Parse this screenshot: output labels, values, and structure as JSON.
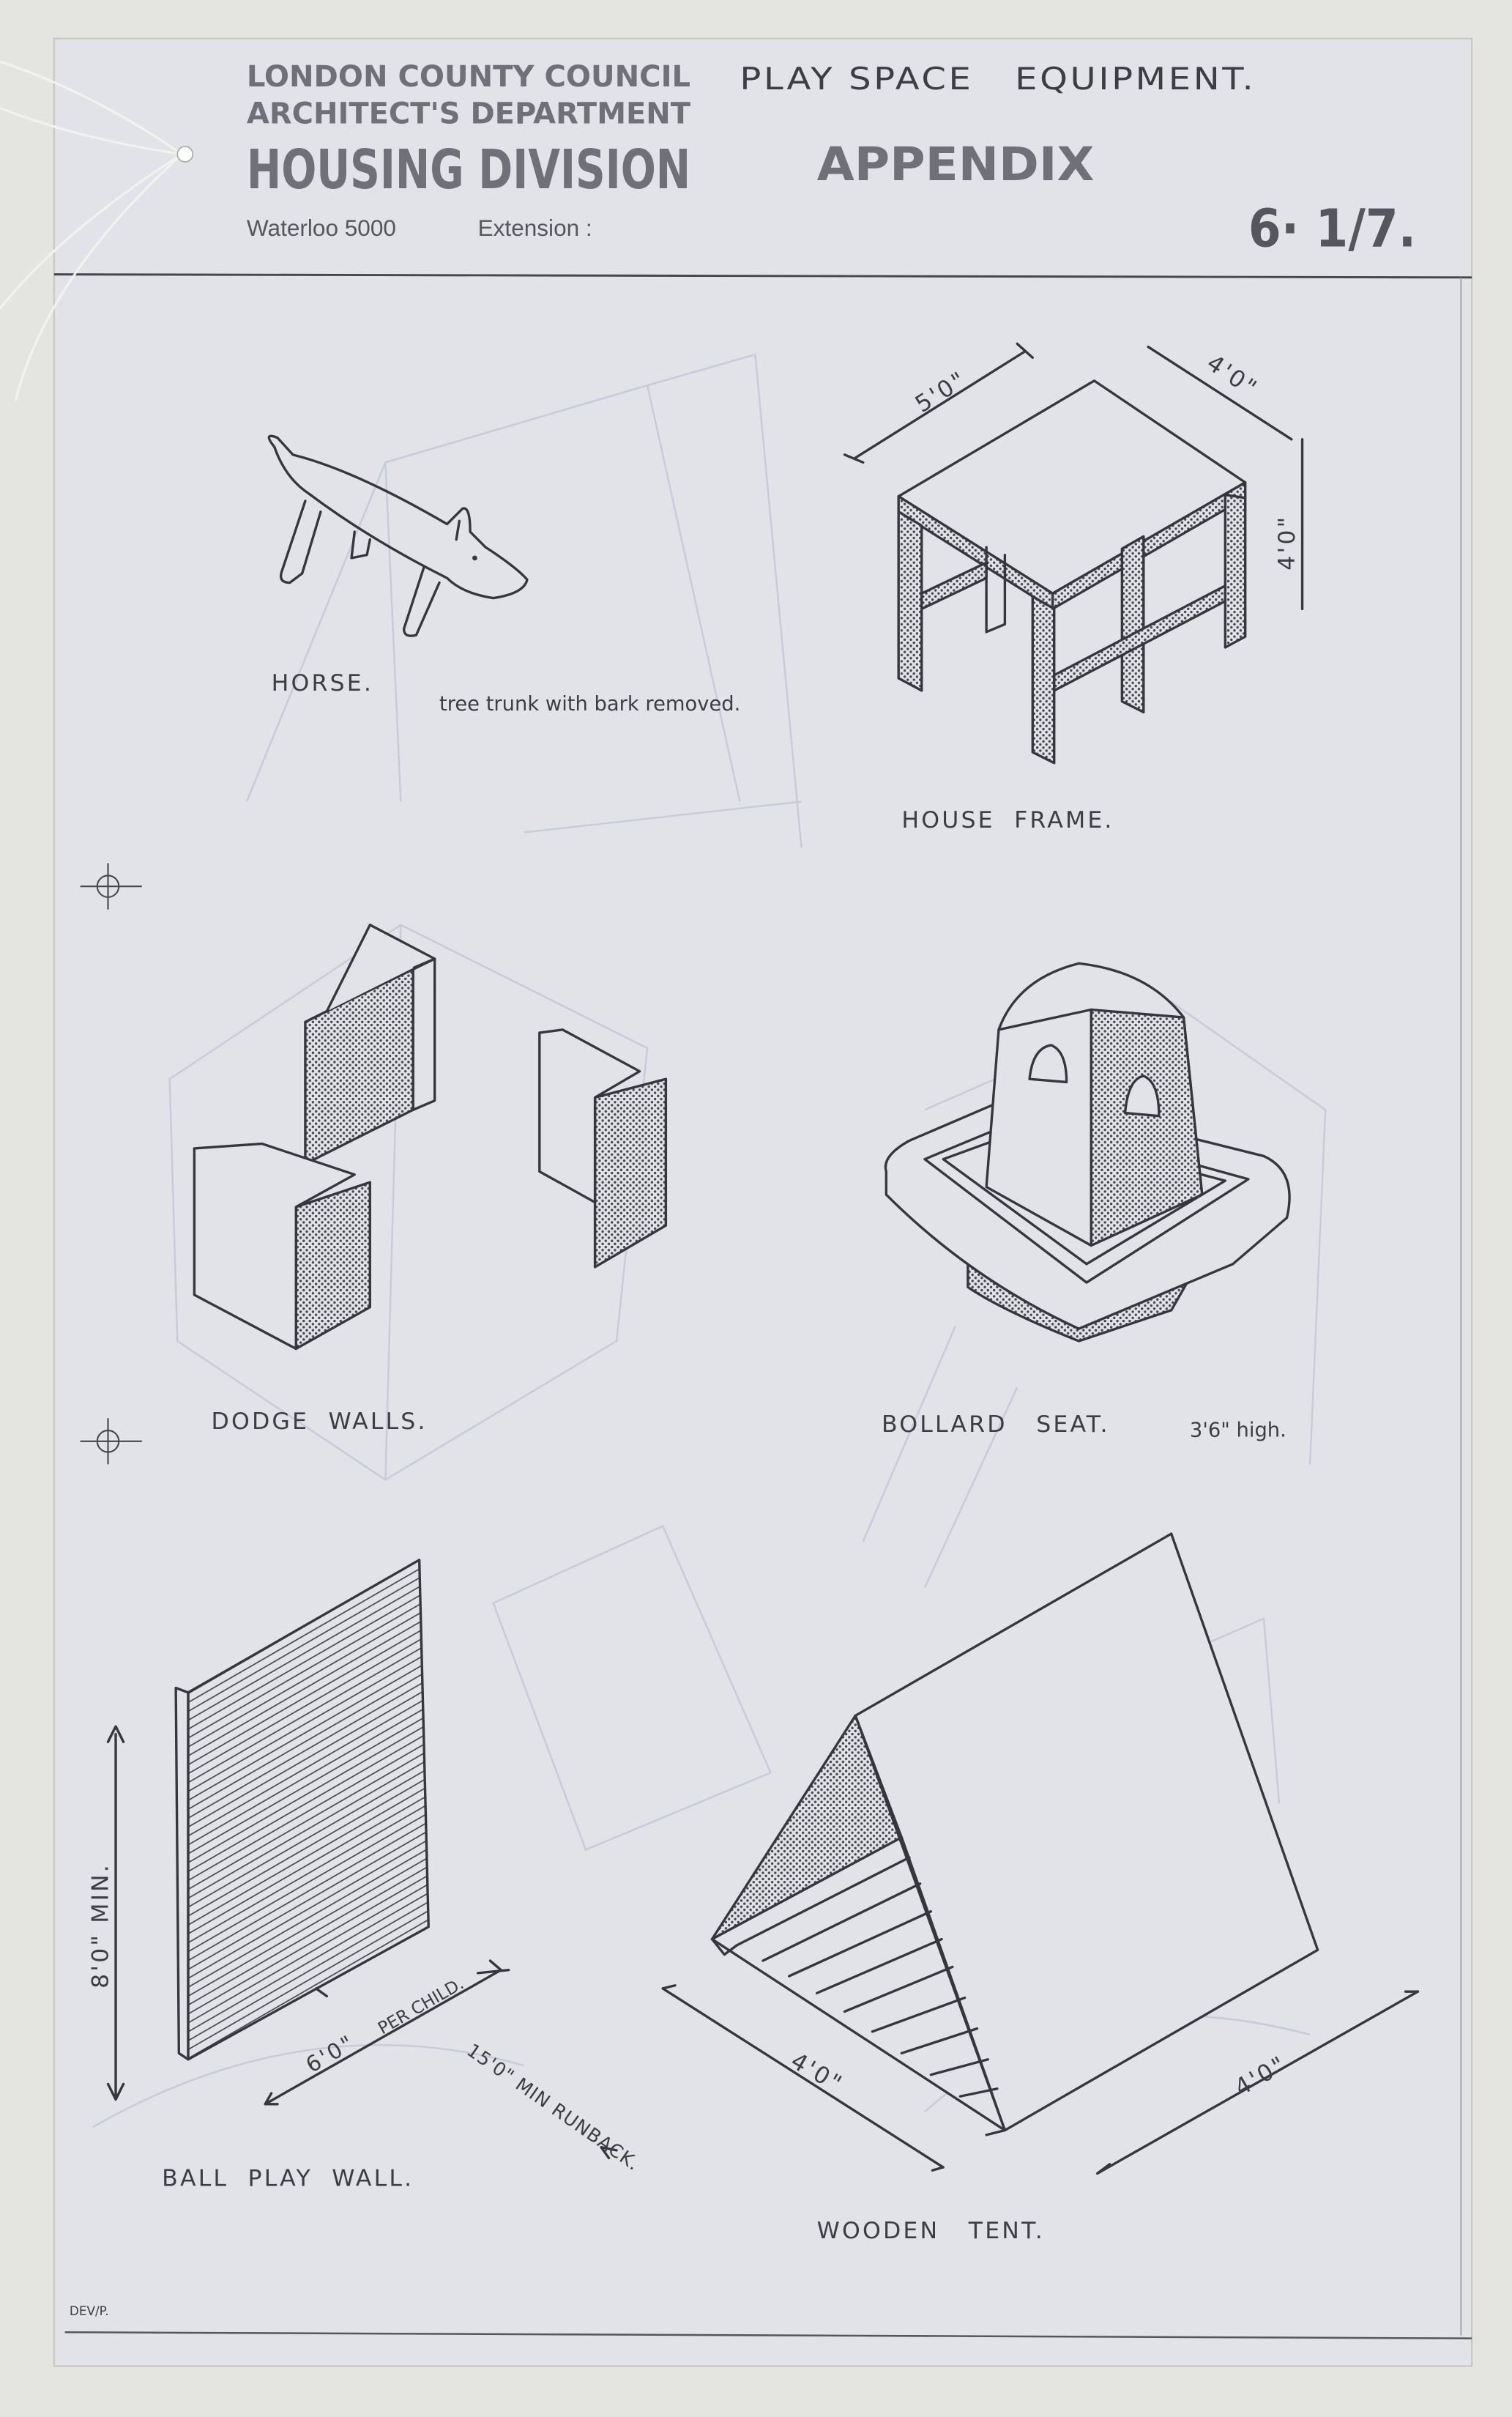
{
  "header": {
    "org_line1": "LONDON COUNTY COUNCIL",
    "org_line2": "ARCHITECT'S DEPARTMENT",
    "division": "HOUSING DIVISION",
    "phone": "Waterloo 5000",
    "extension_label": "Extension :",
    "title": "PLAY SPACE   EQUIPMENT.",
    "subtitle": "APPENDIX",
    "sheet_number": "6· 1/7."
  },
  "items": {
    "horse": {
      "label": "HORSE.",
      "note": "tree trunk with bark removed."
    },
    "house_frame": {
      "label": "HOUSE  FRAME.",
      "dim_length": "5'0\"",
      "dim_width": "4'0\"",
      "dim_height": "4'0\""
    },
    "dodge_walls": {
      "label": "DODGE  WALLS."
    },
    "bollard_seat": {
      "label": "BOLLARD   SEAT.",
      "note": "3'6\" high."
    },
    "ball_play_wall": {
      "label": "BALL  PLAY  WALL.",
      "dim_height": "8'0\" MIN.",
      "dim_width": "6'0\"",
      "per_child": "PER CHILD.",
      "runback": "15'0\" MIN RUNBACK."
    },
    "wooden_tent": {
      "label": "WOODEN   TENT.",
      "dim_length": "4'0\"",
      "dim_width": "4'0\""
    }
  },
  "footer": {
    "ref": "DEV/P."
  },
  "colors": {
    "paper": "#e2e3e9",
    "ink": "#35363e",
    "stamp": "#6f7078"
  }
}
